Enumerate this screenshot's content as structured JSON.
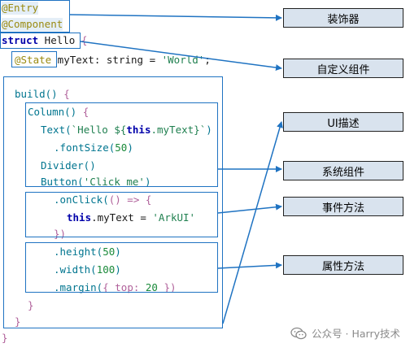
{
  "code_lines": {
    "l1": "@Entry",
    "l2": "@Component",
    "l3_struct": "struct",
    "l3_name": " Hello ",
    "l3_brace": "{",
    "l4_state": "@State",
    "l4_rest": " myText: string = ",
    "l4_str": "'World'",
    "l4_end": ";",
    "l5_build": "build()",
    "l5_brace": " {",
    "l6_column": "Column()",
    "l6_brace": " {",
    "l7_text": "Text(",
    "l7_tpl": "`Hello ${",
    "l7_this": "this",
    "l7_prop": ".myText}`",
    "l7_close": ")",
    "l8_fn": ".fontSize(",
    "l8_num": "50",
    "l8_close": ")",
    "l9": "Divider()",
    "l10_fn": "Button(",
    "l10_str": "'Click me'",
    "l10_close": ")",
    "l11_fn": ".onClick(",
    "l11_arrow": "() => {",
    "l12_this": "this",
    "l12_prop": ".myText = ",
    "l12_str": "'ArkUI'",
    "l13": "})",
    "l14_fn": ".height(",
    "l14_num": "50",
    "l14_close": ")",
    "l15_fn": ".width(",
    "l15_num": "100",
    "l15_close": ")",
    "l16_fn": ".margin(",
    "l16_obj": "{ top: ",
    "l16_num": "20",
    "l16_close": " })",
    "l17": "}",
    "l18": "}",
    "l19": "}"
  },
  "labels": {
    "decorator": "装饰器",
    "custom_component": "自定义组件",
    "ui_description": "UI描述",
    "system_component": "系统组件",
    "event_method": "事件方法",
    "attribute_method": "属性方法"
  },
  "watermark": {
    "icon": "wechat-icon",
    "text": "公众号 · Harry技术"
  },
  "colors": {
    "frame": "#1f73c2",
    "label_fill": "#d9e3ee",
    "decorator_text": "#9a8a10",
    "keyword": "#0000aa",
    "function": "#00758f",
    "string": "#208050"
  }
}
